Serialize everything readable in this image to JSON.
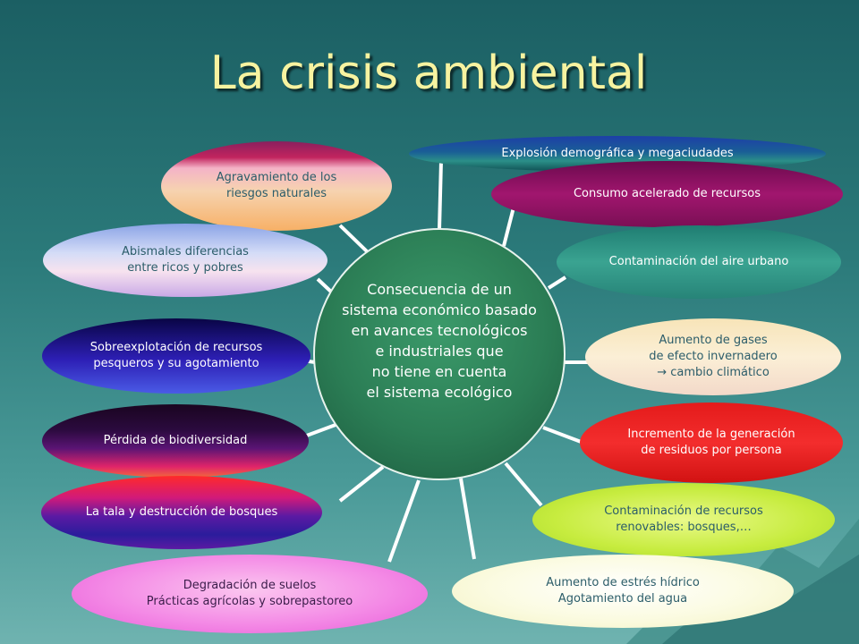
{
  "title": "La crisis ambiental",
  "center": {
    "lines": [
      "Consecuencia de un",
      "sistema económico basado",
      "en avances tecnológicos",
      "e industriales que",
      "no tiene en cuenta",
      "el sistema ecológico"
    ]
  },
  "bubbles": [
    {
      "id": "riesgos",
      "lines": [
        "Agravamiento de los",
        "riesgos naturales"
      ]
    },
    {
      "id": "diferencias",
      "lines": [
        "Abismales diferencias",
        "entre ricos y pobres"
      ]
    },
    {
      "id": "sobreexplotacion",
      "lines": [
        "Sobreexplotación de recursos",
        "pesqueros y su agotamiento"
      ]
    },
    {
      "id": "biodiversidad",
      "lines": [
        "Pérdida de biodiversidad"
      ]
    },
    {
      "id": "tala",
      "lines": [
        "La tala y destrucción de bosques"
      ]
    },
    {
      "id": "suelos",
      "lines": [
        "Degradación de suelos",
        "Prácticas agrícolas y sobrepastoreo"
      ]
    },
    {
      "id": "explosion",
      "lines": [
        "Explosión demográfica y megaciudades"
      ]
    },
    {
      "id": "consumo",
      "lines": [
        "Consumo acelerado de recursos"
      ]
    },
    {
      "id": "aire",
      "lines": [
        "Contaminación del aire urbano"
      ]
    },
    {
      "id": "gases",
      "lines": [
        "Aumento de gases",
        "de efecto invernadero",
        "→ cambio climático"
      ]
    },
    {
      "id": "residuos",
      "lines": [
        "Incremento de la generación",
        "de residuos por persona"
      ]
    },
    {
      "id": "renovables",
      "lines": [
        "Contaminación de recursos",
        "renovables: bosques,…"
      ]
    },
    {
      "id": "hidrico",
      "lines": [
        "Aumento de estrés hídrico",
        "Agotamiento del agua"
      ]
    }
  ]
}
